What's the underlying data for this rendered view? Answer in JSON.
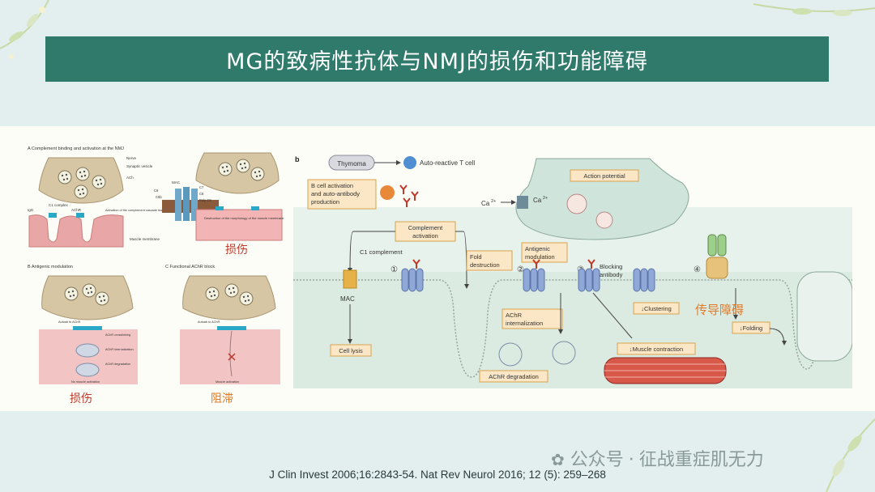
{
  "title": "MG的致病性抗体与NMJ的损伤和功能障碍",
  "left_figure": {
    "panel_a": {
      "title": "A  Complement binding and activation at the NMJ",
      "labels": [
        "Nerve",
        "Synaptic vesicle",
        "ACh",
        "MAC",
        "C1 complex",
        "AChR",
        "IgG",
        "Activation of the complement cascade leads to formation of the MAC",
        "Muscle membrane",
        "C6",
        "C5b",
        "C7",
        "C8",
        "Poly C9",
        "Destruction of the morphology of the muscle membrane"
      ],
      "red_label": "损伤"
    },
    "panel_b": {
      "title": "B  Antigenic modulation",
      "labels": [
        "Autoab to AChR",
        "AChR crosslinking",
        "AChR internalization",
        "AChR degradation",
        "No muscle activation"
      ],
      "red_label": "损伤"
    },
    "panel_c": {
      "title": "C  Functional AChR block",
      "labels": [
        "Autoab to AChR",
        "Muscle activation"
      ],
      "red_label": "阻滞"
    }
  },
  "right_figure": {
    "panel_letter": "b",
    "thymoma": "Thymoma",
    "t_cell": "Auto-reactive T cell",
    "b_cell_box": [
      "B cell activation",
      "and auto-antibody",
      "production"
    ],
    "action_potential": "Action potential",
    "ca_left": "Ca",
    "ca_right": "Ca",
    "ca_sup": "2+",
    "complement_box": [
      "Complement",
      "activation"
    ],
    "c1": "C1 complement",
    "fold_box": [
      "Fold",
      "destruction"
    ],
    "antigenic_box": [
      "Antigenic",
      "modulation"
    ],
    "blocking": [
      "Blocking",
      "antibody"
    ],
    "mac": "MAC",
    "cell_lysis": "Cell lysis",
    "achr_internalization_box": [
      "AChR",
      "internalization"
    ],
    "achr_degradation": "AChR degradation",
    "muscle_contraction": "↓Muscle contraction",
    "clustering": "↓Clustering",
    "folding": "↓Folding",
    "conduction_label": "传导障碍",
    "markers": [
      "①",
      "②",
      "③",
      "④"
    ]
  },
  "citation": "J Clin Invest 2006;16:2843-54. Nat Rev Neurol 2016; 12 (5): 259–268",
  "watermark": {
    "text": "公众号",
    "sep": "·",
    "account": "征战重症肌无力"
  },
  "colors": {
    "title_bg": "#2f7a6a",
    "red_label": "#c0392b",
    "orange_label": "#e07b2a",
    "box_fill": "#fbe7c6",
    "box_border": "#d9a24a",
    "receptor": "#6f8fc9"
  }
}
